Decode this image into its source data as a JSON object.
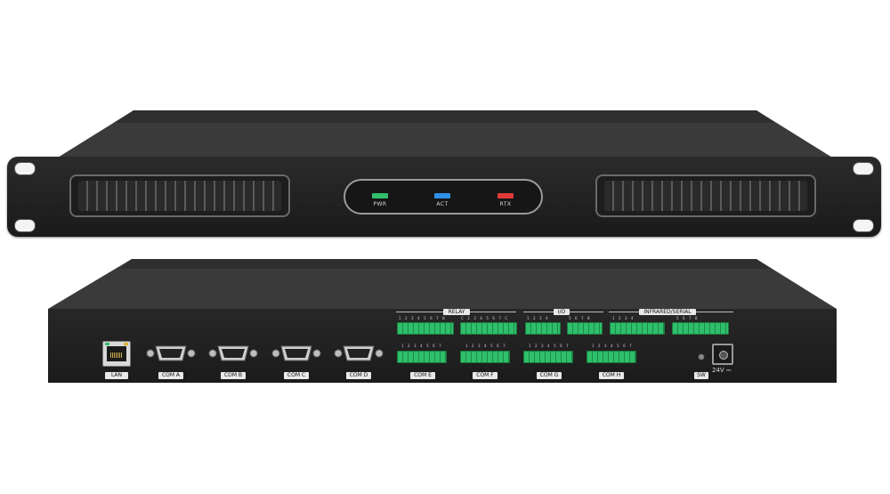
{
  "front": {
    "leds": [
      {
        "label": "PWR",
        "color": "#2fbf6a"
      },
      {
        "label": "ACT",
        "color": "#2f8fe6"
      },
      {
        "label": "RTX",
        "color": "#e03a3a"
      }
    ]
  },
  "rear": {
    "ports": [
      {
        "label": "LAN"
      },
      {
        "label": "COM A"
      },
      {
        "label": "COM B"
      },
      {
        "label": "COM C"
      },
      {
        "label": "COM D"
      }
    ],
    "group_labels": {
      "relay": "RELAY",
      "io": "I/O",
      "infrared": "INFRARED/SERIAL"
    },
    "terminal_labels": [
      {
        "label": "COM E"
      },
      {
        "label": "COM F"
      },
      {
        "label": "COM G"
      },
      {
        "label": "COM H"
      }
    ],
    "top_pins": {
      "relay1": "1 2 3 4 5 6 7 8",
      "relay2": "C 2 3 4 5 6 7 C",
      "io1": "1 2 3 4",
      "io2": "5 6 7 8",
      "ir1": "1 2 3 4",
      "ir2": "5 6 7 8"
    },
    "bottom_pins": {
      "e": "1 2 3 4 5 6 7",
      "f": "1 2 3 4 5 6 7",
      "g": "1 2 3 4 5 6 7",
      "h": "1 2 3 4 5 6 7"
    },
    "power": {
      "switch_label": "SW",
      "voltage_label": "24V ⎓"
    }
  }
}
